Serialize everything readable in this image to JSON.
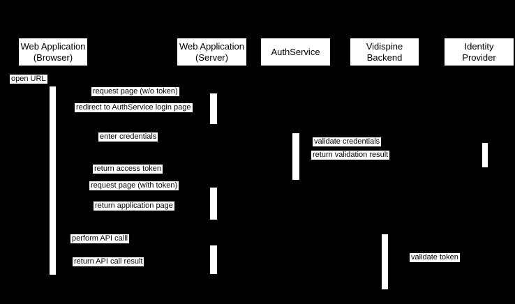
{
  "diagram": {
    "type": "sequence-diagram",
    "colors": {
      "background": "#000000",
      "node_fill": "#ffffff",
      "node_text": "#000000"
    },
    "actors": [
      {
        "id": "web-application-browser",
        "label": "Web Application\n(Browser)"
      },
      {
        "id": "web-application-server",
        "label": "Web Application\n(Server)"
      },
      {
        "id": "authservice",
        "label": "AuthService"
      },
      {
        "id": "vidispine-backend",
        "label": "Vidispine\nBackend"
      },
      {
        "id": "identity-provider",
        "label": "Identity\nProvider"
      }
    ],
    "messages": [
      {
        "label": "open URL"
      },
      {
        "label": "request page (w/o token)"
      },
      {
        "label": "redirect to AuthService login page"
      },
      {
        "label": "enter credentials"
      },
      {
        "label": "validate credentials"
      },
      {
        "label": "return validation result"
      },
      {
        "label": "return access token"
      },
      {
        "label": "request page (with token)"
      },
      {
        "label": "return application page"
      },
      {
        "label": "perform API calll"
      },
      {
        "label": "validate token"
      },
      {
        "label": "return API call result"
      }
    ]
  }
}
